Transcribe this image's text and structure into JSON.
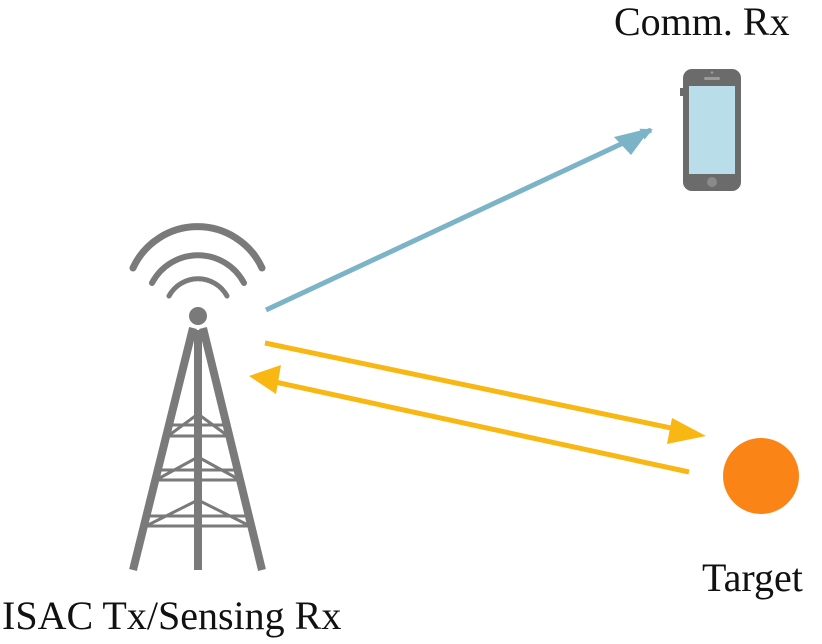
{
  "labels": {
    "tower": "ISAC Tx/Sensing Rx",
    "comm_rx": "Comm. Rx",
    "target": "Target"
  },
  "colors": {
    "comm_link": "#7bb3c7",
    "sensing_link": "#f9b713",
    "target": "#fb8417",
    "tower": "#7a7a7a",
    "phone_body": "#6b6b6b",
    "phone_screen": "#b9dde9"
  },
  "icons": {
    "tower": "radio-tower-icon",
    "comm_rx": "smartphone-icon",
    "target": "circle-target-icon"
  }
}
